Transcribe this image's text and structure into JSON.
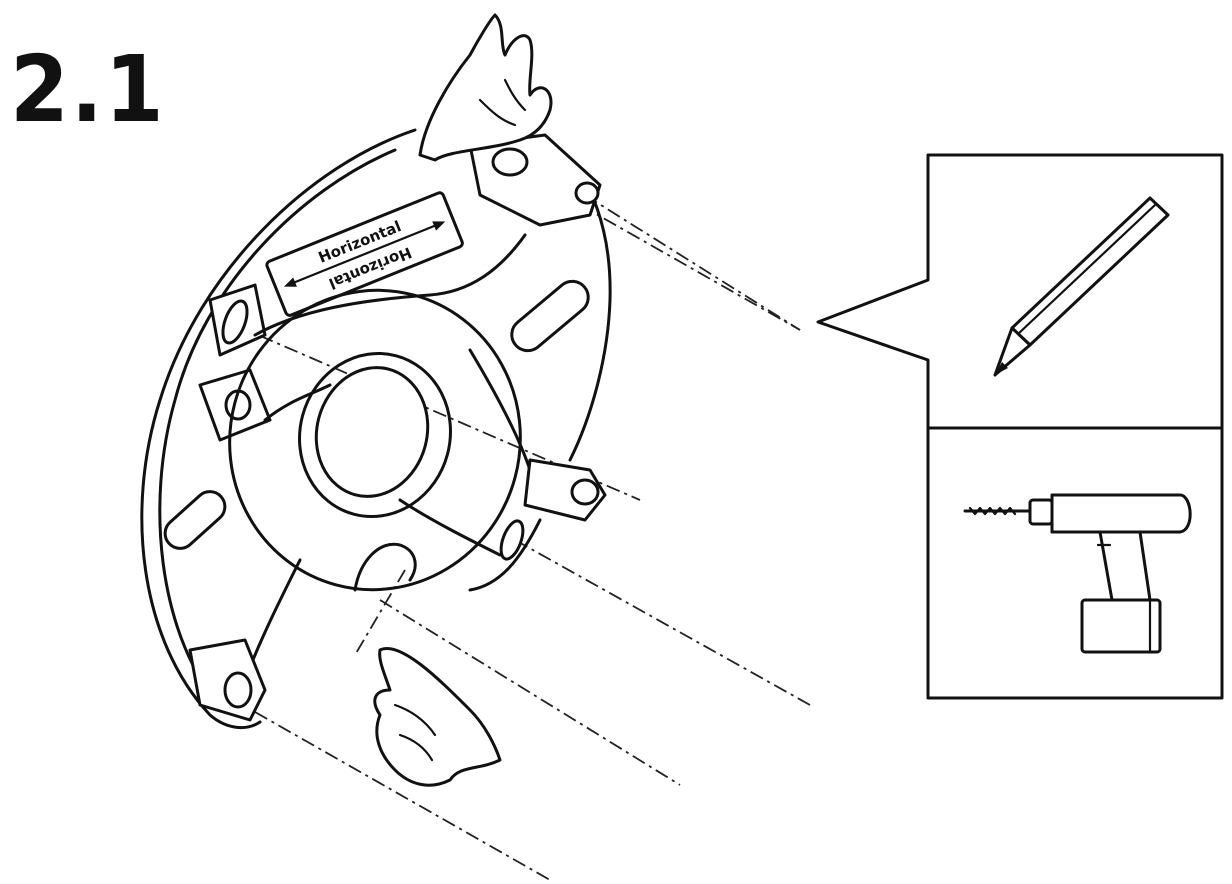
{
  "step": {
    "number": "2.1"
  },
  "plate": {
    "label_top": "Horizontal",
    "label_bottom": "Horizontal"
  },
  "callout": {
    "tools": [
      "pencil-icon",
      "drill-icon"
    ]
  },
  "colors": {
    "ink": "#111111",
    "paper": "#ffffff"
  }
}
